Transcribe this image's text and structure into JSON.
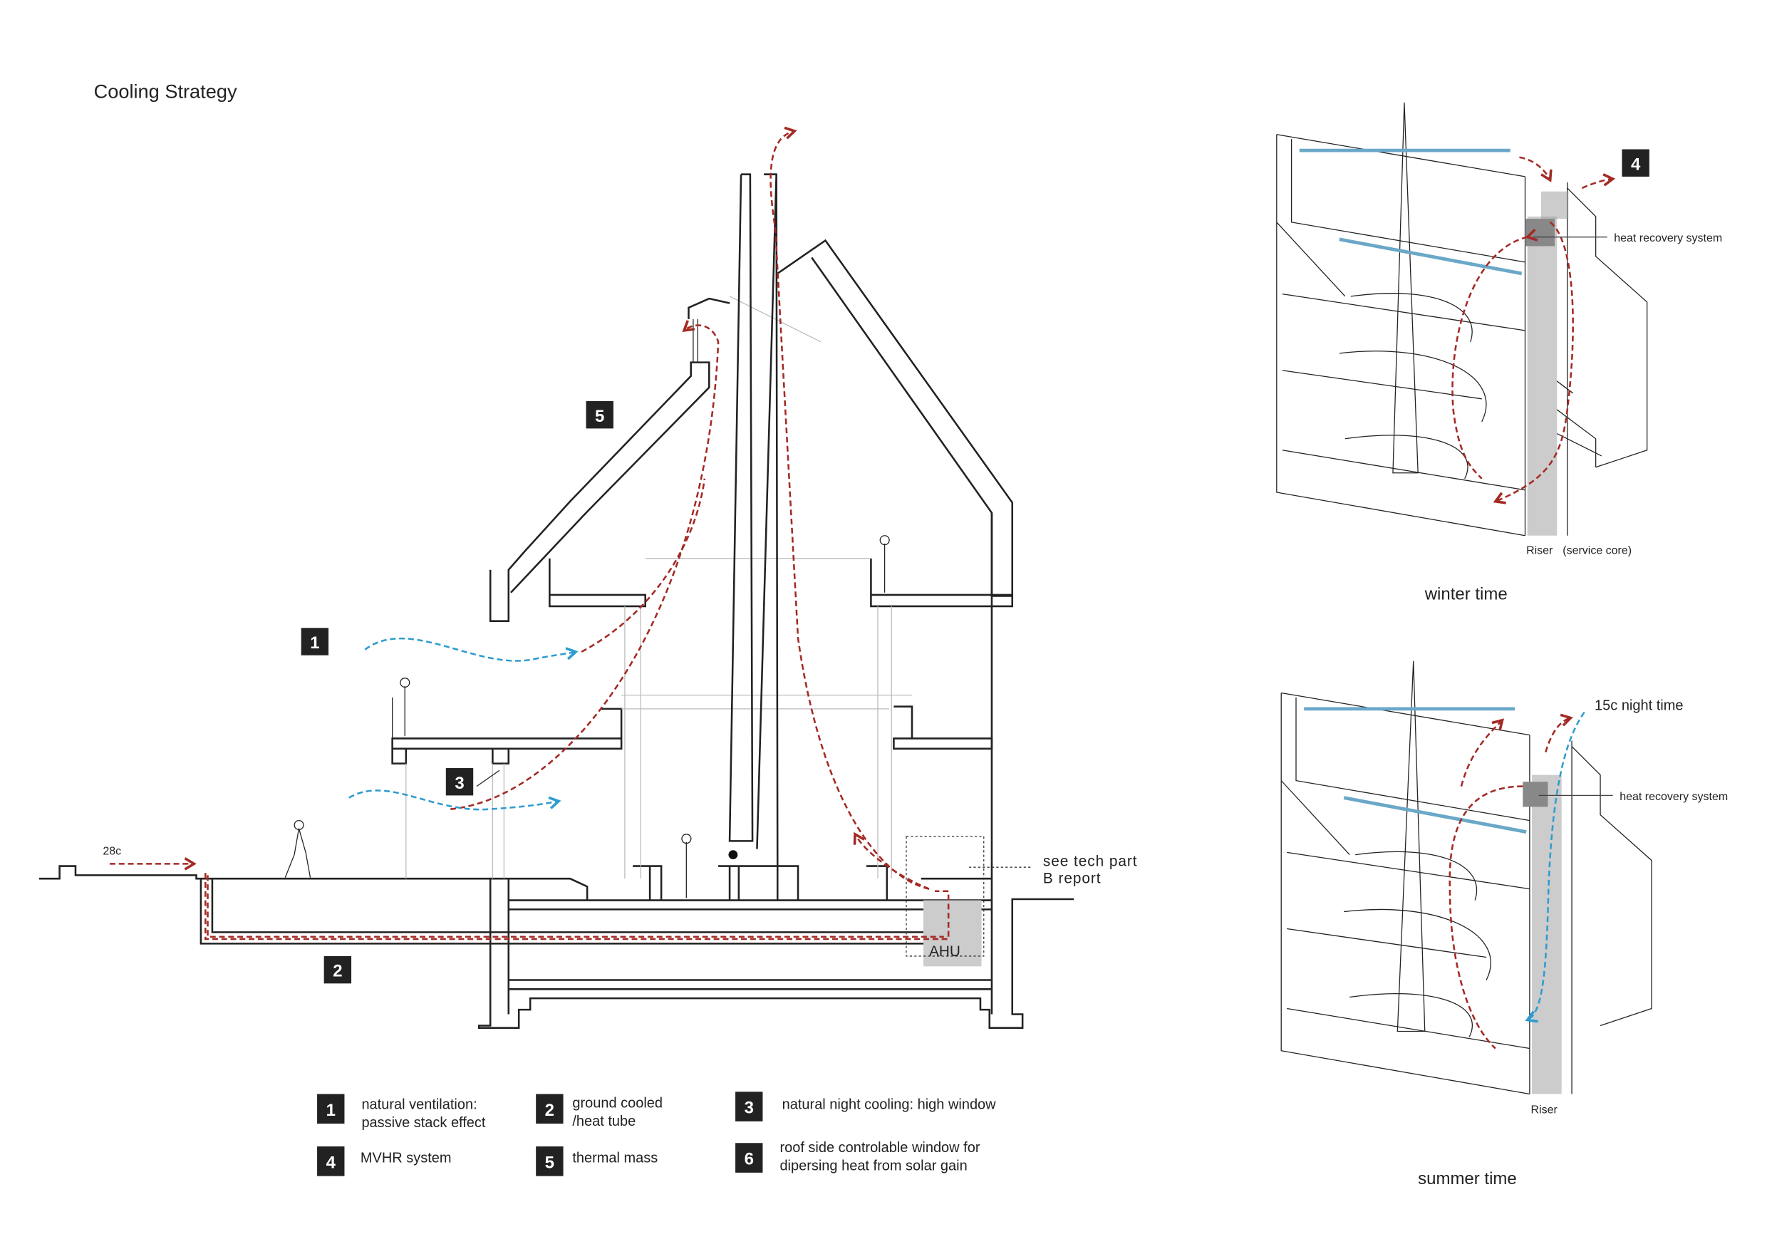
{
  "title": "Cooling Strategy",
  "section": {
    "badges": [
      "1",
      "2",
      "3",
      "5"
    ],
    "temp_label": "28c",
    "ahu_label": "AHU",
    "note_line1": "see tech part",
    "note_line2": "B report"
  },
  "winter": {
    "badge": "4",
    "hrs_label": "heat recovery system",
    "riser_label": "Riser",
    "riser_sub": "(service core)",
    "caption": "winter time"
  },
  "summer": {
    "night_label": "15c night time",
    "hrs_label": "heat recovery system",
    "riser_label": "Riser",
    "caption": "summer time"
  },
  "legend": [
    {
      "num": "1",
      "line1": "natural ventilation:",
      "line2": "passive stack effect"
    },
    {
      "num": "2",
      "line1": "ground cooled",
      "line2": "/heat tube"
    },
    {
      "num": "3",
      "line1": "natural night cooling: high window",
      "line2": ""
    },
    {
      "num": "4",
      "line1": "MVHR system",
      "line2": ""
    },
    {
      "num": "5",
      "line1": "thermal mass",
      "line2": ""
    },
    {
      "num": "6",
      "line1": "roof side controlable window for",
      "line2": "dipersing heat from solar gain"
    }
  ],
  "colors": {
    "warm_air": "#a32a25",
    "cool_air": "#2e9ccf",
    "riser": "#cccccc"
  }
}
